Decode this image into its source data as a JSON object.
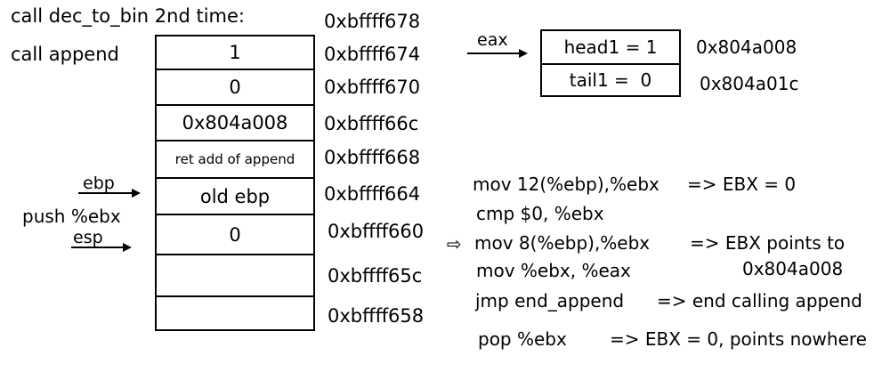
{
  "header": {
    "title": "call dec_to_bin 2nd time:",
    "call_append": "call append",
    "push_ebx": "push %ebx"
  },
  "pointers": {
    "ebp": "ebp",
    "esp": "esp",
    "eax": "eax"
  },
  "stack": {
    "cells": [
      {
        "value": "1",
        "address": "0xbffff674"
      },
      {
        "value": "0",
        "address": "0xbffff670"
      },
      {
        "value": "0x804a008",
        "address": "0xbffff66c"
      },
      {
        "value": "ret add of append",
        "address": "0xbffff668"
      },
      {
        "value": "old ebp",
        "address": "0xbffff664"
      },
      {
        "value": "0",
        "address": "0xbffff660"
      },
      {
        "value": "",
        "address": "0xbffff65c"
      },
      {
        "value": "",
        "address": "0xbffff658"
      }
    ],
    "top_address": "0xbffff678"
  },
  "struct": {
    "head_label": "head1 = 1",
    "head_address": "0x804a008",
    "tail_label": "tail1 =",
    "tail_value": "0",
    "tail_address": "0x804a01c"
  },
  "code": {
    "current_marker": "⇨",
    "lines": [
      {
        "instr": "mov 12(%ebp),%ebx",
        "note": "=> EBX = 0"
      },
      {
        "instr": "cmp $0, %ebx",
        "note": ""
      },
      {
        "instr": "mov 8(%ebp),%ebx",
        "note": "=> EBX points to"
      },
      {
        "instr": "mov %ebx, %eax",
        "note": "0x804a008"
      },
      {
        "instr": "jmp end_append",
        "note": "=> end calling append"
      },
      {
        "instr": "pop %ebx",
        "note": "=> EBX = 0, points nowhere"
      }
    ]
  }
}
